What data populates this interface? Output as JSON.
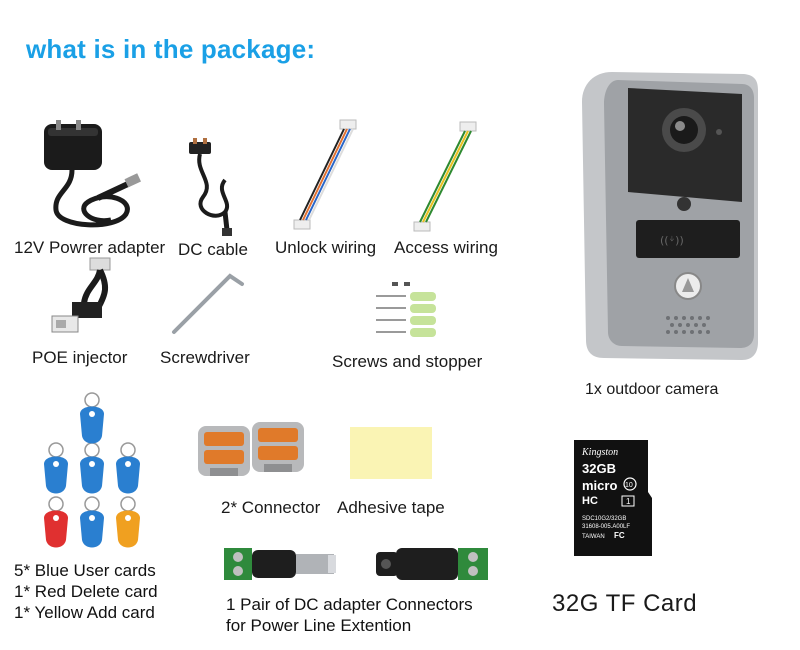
{
  "title": "what is in the package:",
  "items": {
    "adapter": "12V Powrer adapter",
    "dc_cable": "DC cable",
    "unlock_wiring": "Unlock wiring",
    "access_wiring": "Access wiring",
    "poe_injector": "POE injector",
    "screwdriver": "Screwdriver",
    "screws": "Screws and stopper",
    "camera": "1x outdoor camera",
    "connector": "2* Connector",
    "tape": "Adhesive tape",
    "tf_card": "32G  TF Card"
  },
  "cards_lines": [
    "5*  Blue User cards",
    "1*  Red Delete card",
    "1*  Yellow Add card"
  ],
  "dc_connectors_lines": [
    "1 Pair of DC adapter Connectors",
    "for Power Line Extention"
  ],
  "sd_card": {
    "brand": "Kingston",
    "capacity": "32GB",
    "logo": "micro",
    "hc": "HC",
    "class": "10",
    "uhs": "1",
    "model": "SDC10G2/32GB",
    "code": "31608-005.A00LF",
    "origin": "TAIWAN",
    "fc": "FC"
  },
  "colors": {
    "title": "#1aa0e6",
    "blue_tag": "#2a7fd0",
    "red_tag": "#e03030",
    "yellow_tag": "#f0a020",
    "tape": "#faf4b4",
    "connector_orange": "#e07a2a",
    "terminal_green": "#2f8a3c"
  }
}
